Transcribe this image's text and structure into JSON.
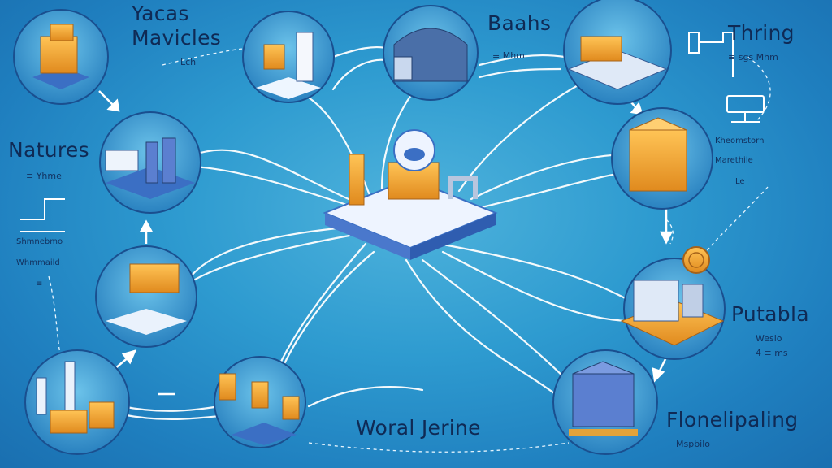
{
  "labels": {
    "yacas": "Yacas",
    "mavicles": "Mavicles",
    "mavicles_sub": "Lch",
    "baahs": "Baahs",
    "baahs_sub": "≡ Mhm",
    "thring": "Thring",
    "thring_sub": "≡ sgs Mhm",
    "natures": "Natures",
    "natures_sub": "≡ Yhme",
    "left_note1": "Shmnebmo",
    "left_note2": "Whmmaild",
    "left_note3": "≡",
    "right_note1": "Kheomstorn",
    "right_note2": "Marethile",
    "right_note3": "Le",
    "putabla": "Putabla",
    "putabla_sub1": "Weslo",
    "putabla_sub2": "4 ≡ ms",
    "worl_jerine": "Woral Jerine",
    "flonelipaling": "Flonelipaling",
    "flonelipaling_sub": "Mspbilo"
  },
  "colors": {
    "background": "#2e9bd0",
    "node_fill": "#3a8fc8",
    "accent_orange": "#f2a33a",
    "platform_blue": "#3b6fc4",
    "line": "#ffffff",
    "text": "#0f2a55"
  },
  "icons": [
    "server-rack-icon",
    "cube-icon",
    "dome-device-icon",
    "cpu-chip-icon",
    "gear-icon",
    "pipe-icon",
    "coin-icon",
    "monitor-icon",
    "shield-icon",
    "city-icon"
  ]
}
